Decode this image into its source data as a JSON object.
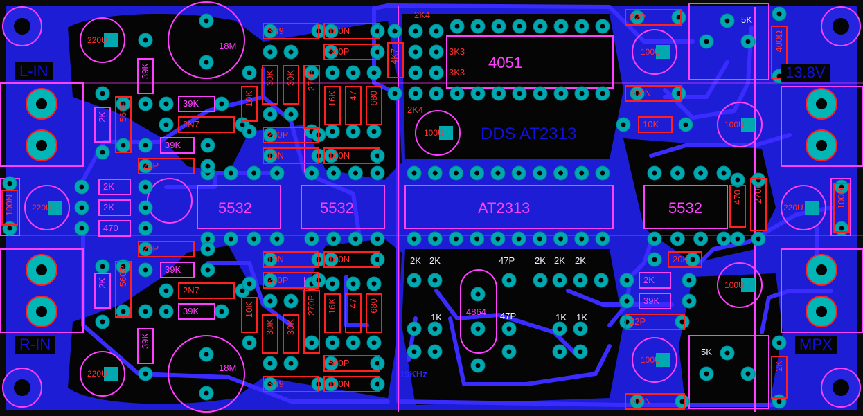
{
  "board": {
    "title": "DDS AT2313",
    "supply": "13.8V",
    "inputs": {
      "left": "L-IN",
      "right": "R-IN"
    },
    "output": "MPX",
    "pilot": "19KHz",
    "ics": {
      "mux": "4051",
      "mcu": "AT2313",
      "opamp_left": "5532",
      "opamp_mid": "5532",
      "opamp_right": "5532",
      "xtal": "4864"
    },
    "crystal": "18M",
    "labels": {
      "r_39k": "39K",
      "r_2k": "2K",
      "r_470": "470",
      "r_10k": "10K",
      "r_30k": "30K",
      "r_16k": "16K",
      "r_47": "47",
      "r_680": "680",
      "r_4k7": "4K7",
      "r_2k4": "2K4",
      "r_3k3": "3K3",
      "r_1k": "1K",
      "r_20k": "20K",
      "r_5k": "5K",
      "r_400": "400Ω",
      "c_560p": "560P",
      "c_2n7": "2N7",
      "c_22p": "22P",
      "c_270p": "270P",
      "c_100n": "100N",
      "c_10n": "10N",
      "c_3n9": "3N9",
      "c_82p": "82P",
      "c_47p": "47P",
      "c_100u": "100U",
      "c_220u": "220U"
    }
  }
}
